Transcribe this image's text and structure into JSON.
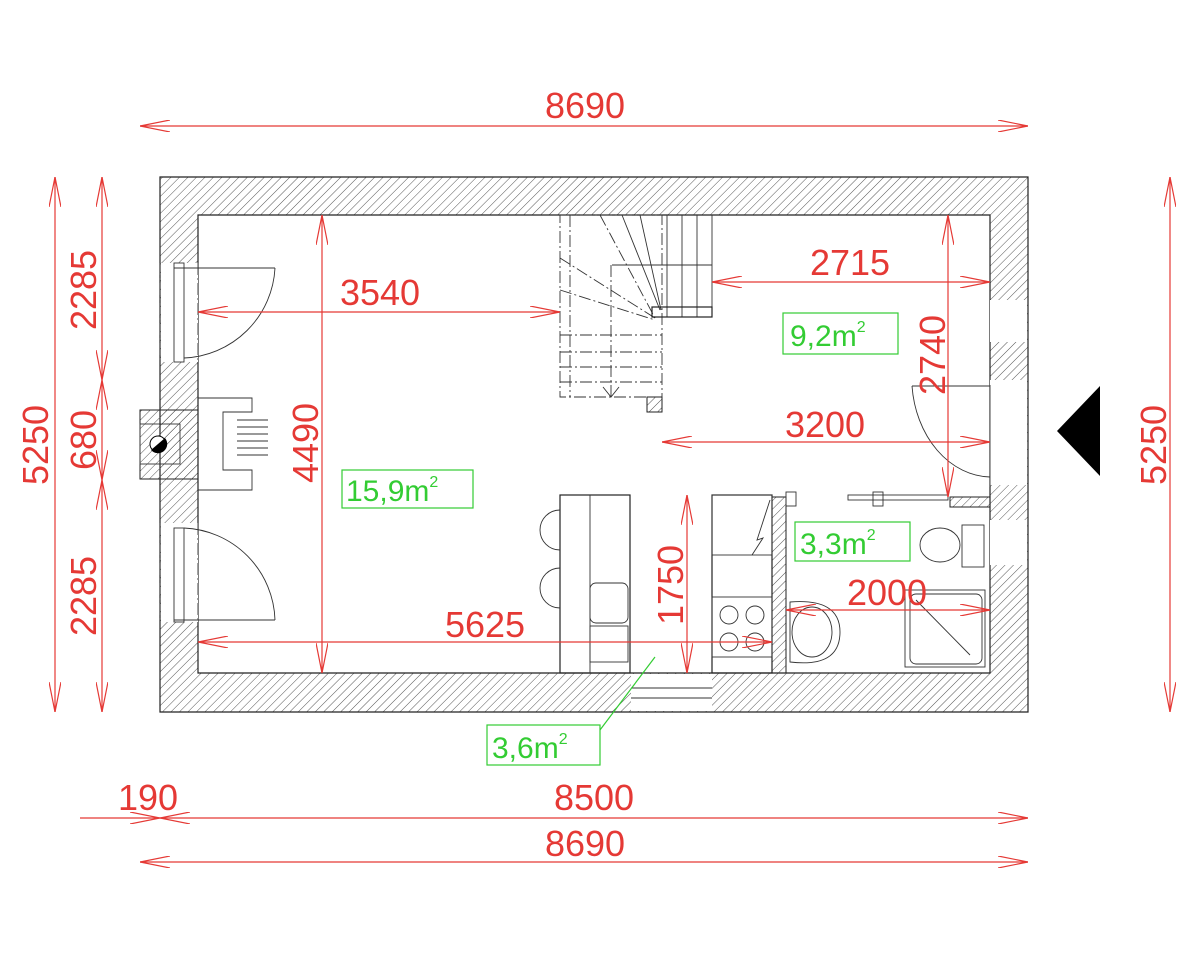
{
  "colors": {
    "dimension": "#e53935",
    "area_label": "#33cc33",
    "walls": "#222222",
    "entrance_marker": "#000000"
  },
  "dimensions": {
    "top_total": "8690",
    "bottom_offset": "190",
    "bottom_inner": "8500",
    "bottom_total": "8690",
    "left_total": "5250",
    "left_upper": "2285",
    "left_middle": "680",
    "left_lower": "2285",
    "right_total": "5250",
    "living_width": "3540",
    "living_depth": "4490",
    "hall_width": "2715",
    "hall_depth": "2740",
    "hall_lower_width": "3200",
    "kitchen_length": "5625",
    "kitchen_depth": "1750",
    "bath_width": "2000"
  },
  "areas": {
    "living": {
      "value": "15,9m",
      "sup": "2"
    },
    "hall": {
      "value": "9,2m",
      "sup": "2"
    },
    "bathroom": {
      "value": "3,3m",
      "sup": "2"
    },
    "kitchen": {
      "value": "3,6m",
      "sup": "2"
    }
  },
  "icons": {
    "entrance": "entrance-triangle-icon",
    "chimney": "chimney-flue-icon"
  }
}
